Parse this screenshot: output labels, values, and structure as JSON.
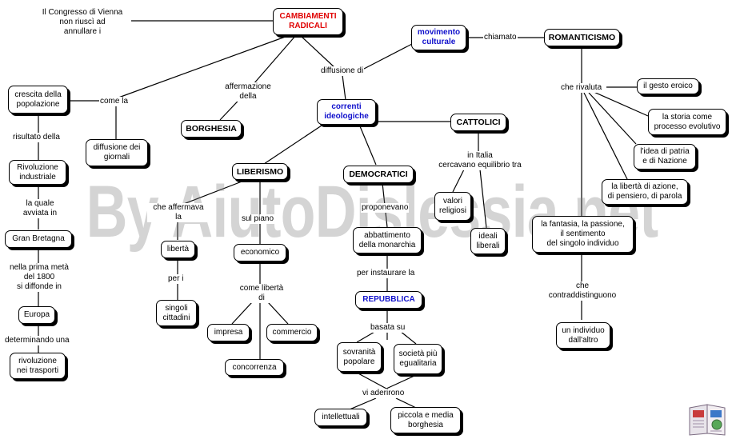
{
  "watermark": "By AiutoDislessia.net",
  "logo": "book-icon",
  "colors": {
    "title": "#e00000",
    "accent": "#1010cc",
    "line": "#000000"
  },
  "nodes": {
    "cambiamenti": "CAMBIAMENTI\nRADICALI",
    "movimento": "movimento\nculturale",
    "romanticismo": "ROMANTICISMO",
    "crescita": "crescita della\npopolazione",
    "diffgiornali": "diffusione dei\ngiornali",
    "borghesia": "BORGHESIA",
    "correnti": "correnti\nideologiche",
    "cattolici": "CATTOLICI",
    "rivoluzione": "Rivoluzione\nindustriale",
    "liberismo": "LIBERISMO",
    "democratici": "DEMOCRATICI",
    "valori": "valori\nreligiosi",
    "ideali": "ideali\nliberali",
    "gesto": "il gesto eroico",
    "storia": "la storia come\nprocesso evolutivo",
    "patria": "l'idea di patria\ne di Nazione",
    "liberta_azione": "la libertà di azione,\ndi pensiero, di parola",
    "fantasia": "la fantasia, la passione,\nil sentimento\ndel singolo individuo",
    "gran_bretagna": "Gran Bretagna",
    "liberta": "libertà",
    "economico": "economico",
    "abbattimento": "abbattimento\ndella monarchia",
    "europa": "Europa",
    "singoli": "singoli\ncittadini",
    "repubblica": "REPUBBLICA",
    "impresa": "impresa",
    "commercio": "commercio",
    "individuo": "un individuo\ndall'altro",
    "sovranita": "sovranità\npopolare",
    "societa": "società più\negualitaria",
    "rivoluzione_trasporti": "rivoluzione\nnei trasporti",
    "concorrenza": "concorrenza",
    "intellettuali": "intellettuali",
    "piccola": "piccola e media\nborghesia"
  },
  "labels": {
    "congresso": "Il Congresso di Vienna\nnon riuscì ad\nannullare i",
    "chiamato": "chiamato",
    "affermazione": "affermazione\ndella",
    "diffusione_di": "diffusione di",
    "come_la": "come la",
    "che_rivaluta": "che rivaluta",
    "risultato": "risultato della",
    "la_quale": "la quale\navviata in",
    "in_italia": "in Italia\ncercavano equilibrio tra",
    "che_affermava": "che affermava\nla",
    "sul_piano": "sul piano",
    "proponevano": "proponevano",
    "nella_prima": "nella prima metà\ndel 1800\nsi diffonde in",
    "per_i": "per i",
    "come_liberta": "come libertà\ndi",
    "per_instaurare": "per instaurare la",
    "che_contraddistinguono": "che\ncontraddistinguono",
    "determinando": "determinando una",
    "basata_su": "basata su",
    "vi_aderirono": "vi aderirono"
  }
}
